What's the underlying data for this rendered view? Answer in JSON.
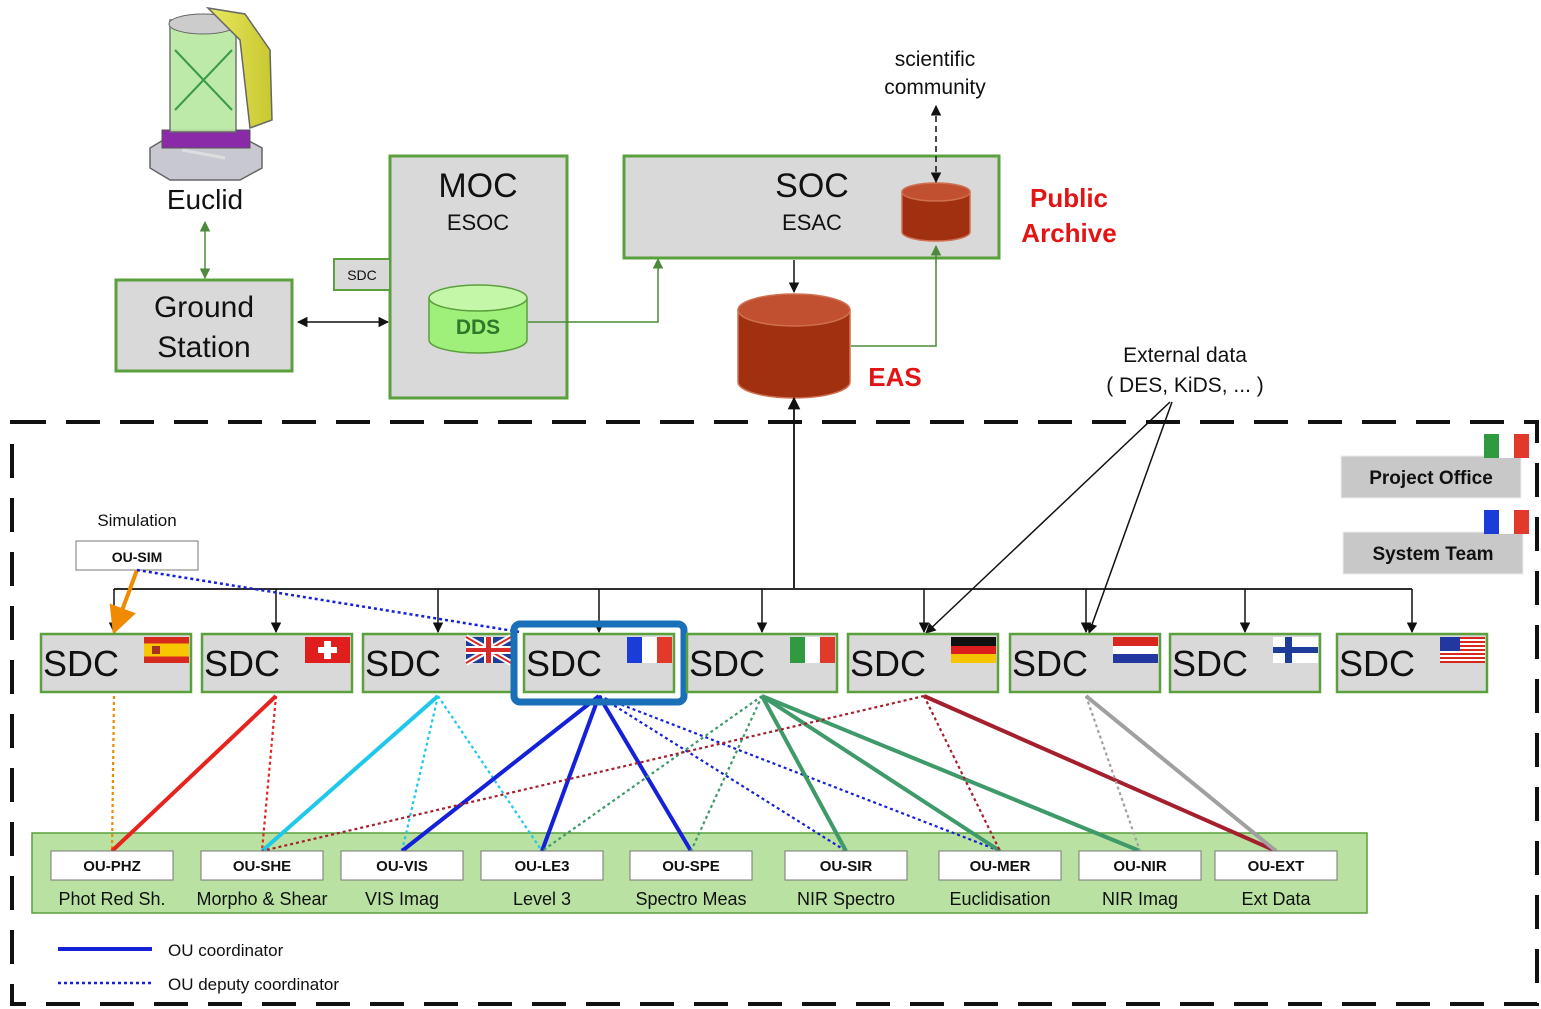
{
  "euclid": {
    "label": "Euclid"
  },
  "ground_station": {
    "line1": "Ground",
    "line2": "Station"
  },
  "moc": {
    "title": "MOC",
    "subtitle": "ESOC",
    "sdc_tag": "SDC",
    "dds_label": "DDS"
  },
  "soc": {
    "title": "SOC",
    "subtitle": "ESAC"
  },
  "public_archive": {
    "line1": "Public",
    "line2": "Archive"
  },
  "scientific_community": {
    "line1": "scientific",
    "line2": "community"
  },
  "eas": {
    "label": "EAS"
  },
  "external_data": {
    "line1": "External data",
    "line2": "( DES, KiDS, ... )"
  },
  "project_office": {
    "label": "Project Office"
  },
  "system_team": {
    "label": "System Team"
  },
  "simulation": {
    "label": "Simulation",
    "ou_label": "OU-SIM"
  },
  "sdc_label": "SDC",
  "sdcs": [
    {
      "id": "es",
      "label": "SDC",
      "flag": "flag-spain-icon"
    },
    {
      "id": "ch",
      "label": "SDC",
      "flag": "flag-switzerland-icon"
    },
    {
      "id": "uk",
      "label": "SDC",
      "flag": "flag-uk-icon"
    },
    {
      "id": "fr",
      "label": "SDC",
      "flag": "flag-france-icon",
      "highlighted": true
    },
    {
      "id": "it",
      "label": "SDC",
      "flag": "flag-italy-icon"
    },
    {
      "id": "de",
      "label": "SDC",
      "flag": "flag-germany-icon"
    },
    {
      "id": "nl",
      "label": "SDC",
      "flag": "flag-netherlands-icon"
    },
    {
      "id": "fi",
      "label": "SDC",
      "flag": "flag-finland-icon"
    },
    {
      "id": "us",
      "label": "SDC",
      "flag": "flag-usa-icon"
    }
  ],
  "ous": [
    {
      "id": "phz",
      "code": "OU-PHZ",
      "desc": "Phot Red Sh."
    },
    {
      "id": "she",
      "code": "OU-SHE",
      "desc": "Morpho & Shear"
    },
    {
      "id": "vis",
      "code": "OU-VIS",
      "desc": "VIS Imag"
    },
    {
      "id": "le3",
      "code": "OU-LE3",
      "desc": "Level 3"
    },
    {
      "id": "spe",
      "code": "OU-SPE",
      "desc": "Spectro Meas"
    },
    {
      "id": "sir",
      "code": "OU-SIR",
      "desc": "NIR Spectro"
    },
    {
      "id": "mer",
      "code": "OU-MER",
      "desc": "Euclidisation"
    },
    {
      "id": "nir",
      "code": "OU-NIR",
      "desc": "NIR Imag"
    },
    {
      "id": "ext",
      "code": "OU-EXT",
      "desc": "Ext Data"
    }
  ],
  "colors": {
    "es": "#f08a00",
    "ch": "#e8231e",
    "uk": "#1fc8ea",
    "fr": "#1421d8",
    "it": "#3f9a6a",
    "de": "#a5202e",
    "nl": "#a0a0a0",
    "box_border": "#5aa03c",
    "box_fill": "#d9d9d9",
    "ou_band": "#b9e2a2",
    "red_text": "#e21414",
    "archive": "#a03010",
    "dds": "#9ef07a"
  },
  "links": [
    {
      "sdc": "es",
      "ou": "phz",
      "style": "deputy"
    },
    {
      "sdc": "ch",
      "ou": "phz",
      "style": "coordinator"
    },
    {
      "sdc": "ch",
      "ou": "she",
      "style": "deputy"
    },
    {
      "sdc": "uk",
      "ou": "she",
      "style": "coordinator"
    },
    {
      "sdc": "uk",
      "ou": "vis",
      "style": "deputy"
    },
    {
      "sdc": "uk",
      "ou": "le3",
      "style": "deputy"
    },
    {
      "sdc": "fr",
      "ou": "vis",
      "style": "coordinator"
    },
    {
      "sdc": "fr",
      "ou": "le3",
      "style": "coordinator"
    },
    {
      "sdc": "fr",
      "ou": "spe",
      "style": "coordinator"
    },
    {
      "sdc": "fr",
      "ou": "sir",
      "style": "deputy"
    },
    {
      "sdc": "fr",
      "ou": "mer",
      "style": "deputy"
    },
    {
      "sdc": "it",
      "ou": "le3",
      "style": "deputy"
    },
    {
      "sdc": "it",
      "ou": "spe",
      "style": "deputy"
    },
    {
      "sdc": "it",
      "ou": "sir",
      "style": "coordinator"
    },
    {
      "sdc": "it",
      "ou": "mer",
      "style": "coordinator"
    },
    {
      "sdc": "it",
      "ou": "nir",
      "style": "coordinator"
    },
    {
      "sdc": "de",
      "ou": "she",
      "style": "deputy"
    },
    {
      "sdc": "de",
      "ou": "mer",
      "style": "deputy"
    },
    {
      "sdc": "de",
      "ou": "ext",
      "style": "coordinator"
    },
    {
      "sdc": "nl",
      "ou": "nir",
      "style": "deputy"
    },
    {
      "sdc": "nl",
      "ou": "ext",
      "style": "coordinator"
    }
  ],
  "legend": {
    "coordinator_label": "OU coordinator",
    "deputy_label": "OU deputy coordinator",
    "coordinator_color": "#1421d8",
    "deputy_color": "#1421d8"
  }
}
